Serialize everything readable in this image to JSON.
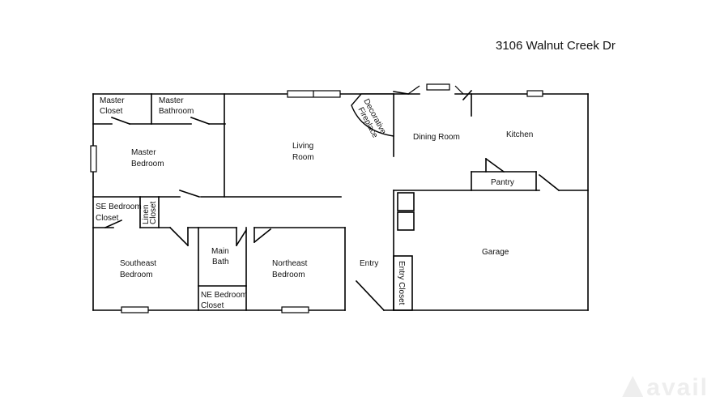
{
  "title": "3106 Walnut Creek Dr",
  "rooms": {
    "master_closet": [
      "Master",
      "Closet"
    ],
    "master_bathroom": [
      "Master",
      "Bathroom"
    ],
    "master_bedroom": [
      "Master",
      "Bedroom"
    ],
    "living_room": [
      "Living",
      "Room"
    ],
    "decorative_fireplace": [
      "Decorative",
      "Fireplace"
    ],
    "dining_room": "Dining Room",
    "kitchen": "Kitchen",
    "pantry": "Pantry",
    "se_bedroom_closet": [
      "SE Bedroom",
      "Closet"
    ],
    "linen_closet": [
      "Linen",
      "Closet"
    ],
    "main_bath": [
      "Main",
      "Bath"
    ],
    "southeast_bedroom": [
      "Southeast",
      "Bedroom"
    ],
    "northeast_bedroom": [
      "Northeast",
      "Bedroom"
    ],
    "ne_bedroom_closet": [
      "NE Bedroom",
      "Closet"
    ],
    "entry": "Entry",
    "entry_closet": "Entry Closet",
    "garage": "Garage"
  },
  "watermark": "avail"
}
